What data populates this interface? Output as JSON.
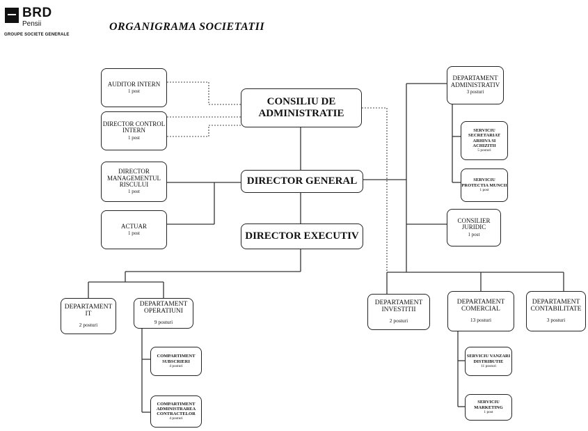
{
  "logo": {
    "name": "BRD",
    "sub": "Pensii",
    "group": "GROUPE SOCIETE GENERALE"
  },
  "title": "ORGANIGRAMA SOCIETATII",
  "boxes": {
    "auditor": {
      "name": "AUDITOR INTERN",
      "posts": "1 post"
    },
    "control": {
      "name": "DIRECTOR CONTROL INTERN",
      "posts": "1 post"
    },
    "risc": {
      "name": "DIRECTOR MANAGEMENTUL RISCULUI",
      "posts": "1 post"
    },
    "actuar": {
      "name": "ACTUAR",
      "posts": "1 post"
    },
    "consiliu": {
      "name": "CONSILIU DE ADMINISTRATIE"
    },
    "dg": {
      "name": "DIRECTOR GENERAL"
    },
    "de": {
      "name": "DIRECTOR EXECUTIV"
    },
    "dep_admin": {
      "name": "DEPARTAMENT ADMINISTRATIV",
      "posts": "3 posturi"
    },
    "sv_secretariat": {
      "name": "SERVICIU SECRETARIAT ARHIVA SI ACHIZITII",
      "posts": "5 posturi"
    },
    "sv_protectia": {
      "name": "SERVICIU PROTECTIA MUNCII",
      "posts": "1 post"
    },
    "consilier": {
      "name": "CONSILIER JURIDIC",
      "posts": "1 post"
    },
    "dep_it": {
      "name": "DEPARTAMENT IT",
      "posts": "2 posturi"
    },
    "dep_op": {
      "name": "DEPARTAMENT OPERATIUNI",
      "posts": "9 posturi"
    },
    "comp_subscrieri": {
      "name": "COMPARTIMENT SUBSCRIERI",
      "posts": "4 posturi"
    },
    "comp_contracte": {
      "name": "COMPARTIMENT ADMINISTRAREA CONTRACTELOR",
      "posts": "4 posturi"
    },
    "dep_inv": {
      "name": "DEPARTAMENT INVESTITII",
      "posts": "2 posturi"
    },
    "dep_com": {
      "name": "DEPARTAMENT COMERCIAL",
      "posts": "13 posturi"
    },
    "dep_cont": {
      "name": "DEPARTAMENT CONTABILITATE",
      "posts": "3 posturi"
    },
    "sv_vanzari": {
      "name": "SERVICIU VANZARI DISTRIBUTIE",
      "posts": "11 posturi"
    },
    "sv_marketing": {
      "name": "SERVICIU MARKETING",
      "posts": "1 post"
    }
  }
}
